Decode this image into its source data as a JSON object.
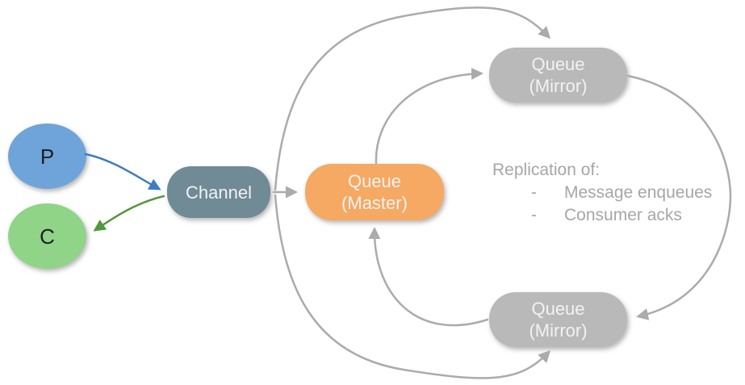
{
  "nodes": {
    "producer": {
      "label": "P"
    },
    "consumer": {
      "label": "C"
    },
    "channel": {
      "label": "Channel"
    },
    "master": {
      "line1": "Queue",
      "line2": "(Master)"
    },
    "mirror_top": {
      "line1": "Queue",
      "line2": "(Mirror)"
    },
    "mirror_bottom": {
      "line1": "Queue",
      "line2": "(Mirror)"
    }
  },
  "annotation": {
    "title": "Replication of:",
    "bullet": "-",
    "items": [
      "Message enqueues",
      "Consumer acks"
    ]
  },
  "colors": {
    "producer_fill": "#6ea4da",
    "consumer_fill": "#8fd487",
    "channel_fill": "#708b96",
    "master_fill": "#f5a963",
    "mirror_fill": "#b9b9b9",
    "edge_gray": "#ababab",
    "edge_blue": "#3f7cc4",
    "edge_green": "#55973f",
    "annotation_text": "#a6a6a6"
  }
}
